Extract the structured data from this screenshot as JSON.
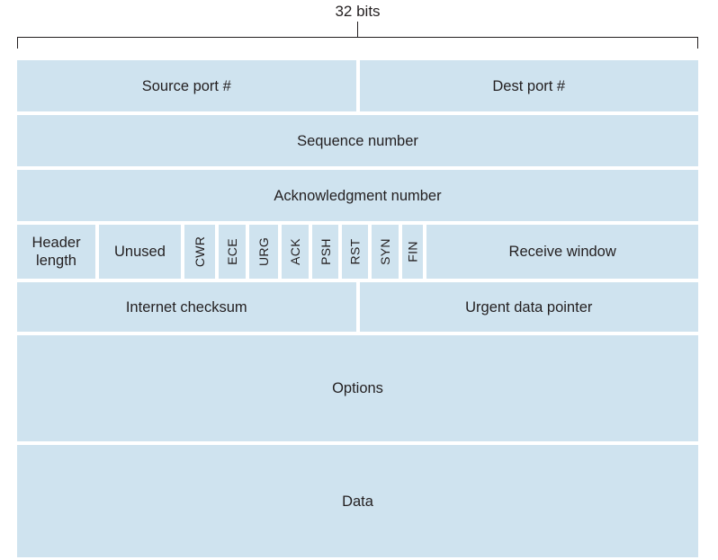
{
  "diagram_title": "32 bits",
  "fields": {
    "source_port": "Source port #",
    "dest_port": "Dest port #",
    "sequence_number": "Sequence number",
    "ack_number": "Acknowledgment number",
    "header_length": "Header length",
    "unused": "Unused",
    "flags": [
      "CWR",
      "ECE",
      "URG",
      "ACK",
      "PSH",
      "RST",
      "SYN",
      "FIN"
    ],
    "receive_window": "Receive window",
    "internet_checksum": "Internet checksum",
    "urgent_data_pointer": "Urgent data pointer",
    "options": "Options",
    "data": "Data"
  },
  "colors": {
    "cell_fill": "#cfe3ef",
    "text": "#231f20",
    "bracket": "#231f20"
  }
}
